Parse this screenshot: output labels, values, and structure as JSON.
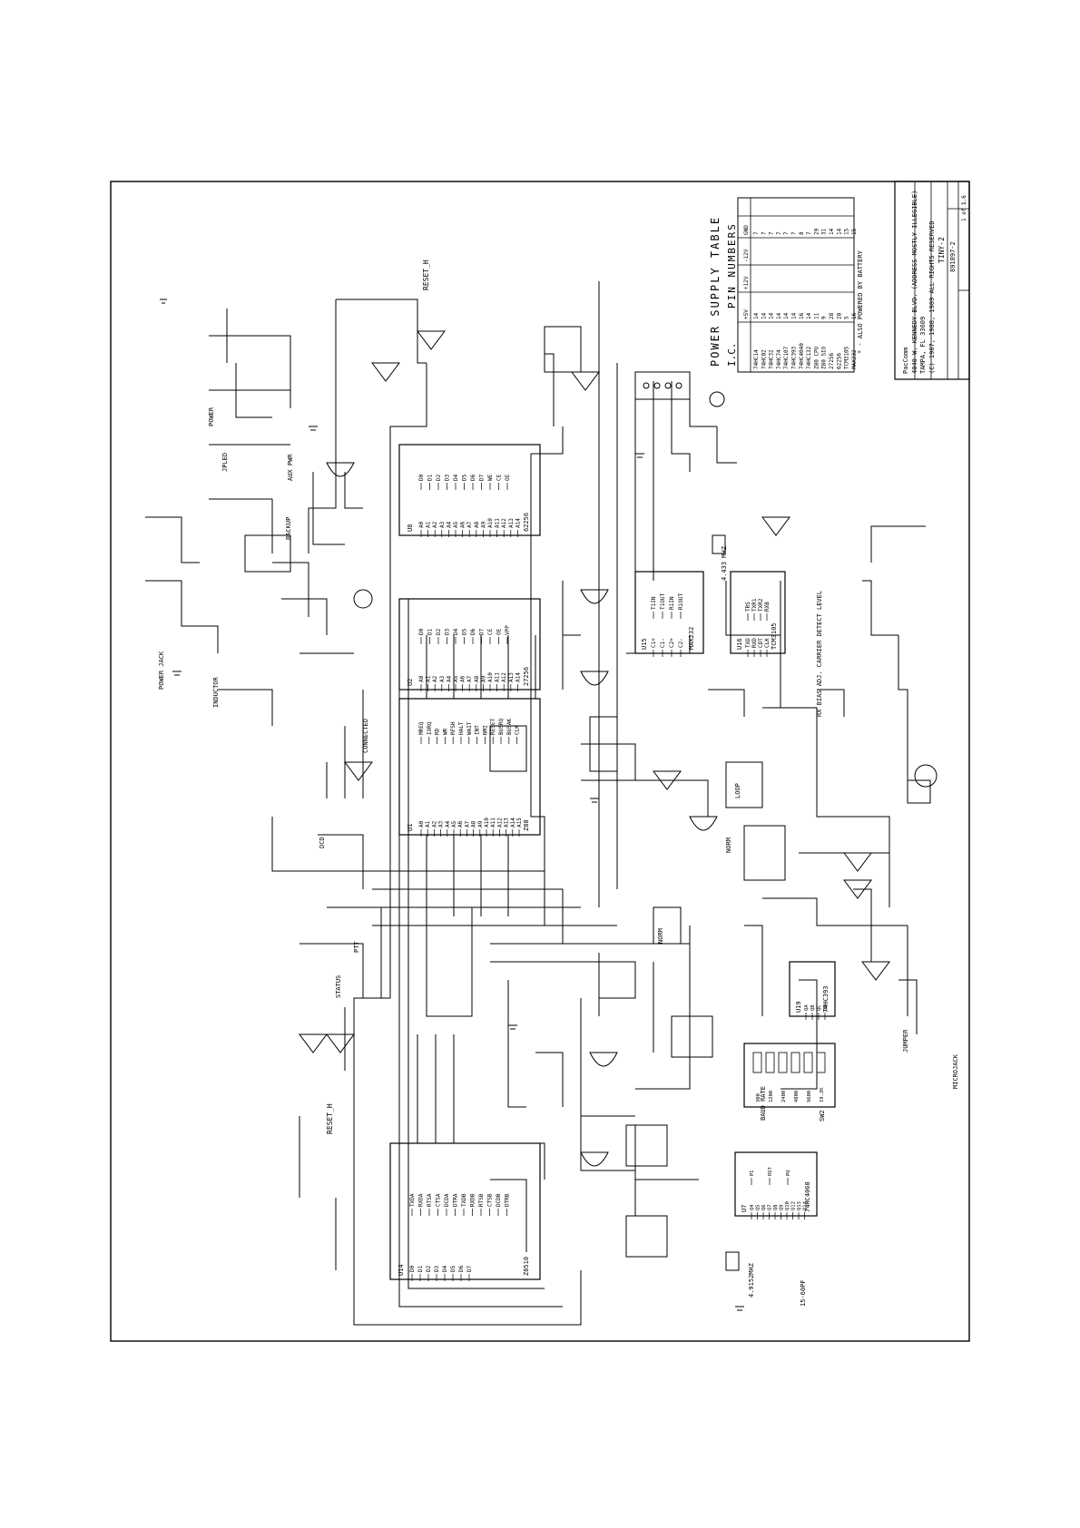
{
  "diagram": {
    "title_block": {
      "company": "PacComm",
      "address_1": "4040 W. KENNEDY BLVD. (ADDRESS MOSTLY ILLEGIBLE)",
      "address_2": "TAMPA, FL 33609",
      "copyright": "(C) 1987, 1988, 1989 ALL RIGHTS RESERVED",
      "title": "TINY-2",
      "doc_number": "891897-2",
      "rev": "1.6",
      "sheet": "1 of 1"
    },
    "power_table": {
      "title": "POWER SUPPLY TABLE",
      "header": [
        "I.C.",
        "PIN NUMBERS"
      ],
      "columns": [
        "+5V",
        "+12V",
        "-12V",
        "GND"
      ],
      "rows": [
        [
          "74HC14",
          "14",
          "",
          "",
          "7"
        ],
        [
          "74HC02",
          "14",
          "",
          "",
          "7"
        ],
        [
          "74HC32",
          "14",
          "",
          "",
          "7"
        ],
        [
          "74HC74",
          "14",
          "",
          "",
          "7"
        ],
        [
          "74HC107",
          "14",
          "",
          "",
          "7"
        ],
        [
          "74HC393",
          "14",
          "",
          "",
          "7"
        ],
        [
          "74HC4040",
          "16",
          "",
          "",
          "8"
        ],
        [
          "74HC132",
          "14",
          "",
          "",
          "7"
        ],
        [
          "Z80 CPU",
          "11",
          "",
          "",
          "29"
        ],
        [
          "Z80 SIO",
          "9",
          "",
          "",
          "31"
        ],
        [
          "27256",
          "28",
          "",
          "",
          "14"
        ],
        [
          "62256",
          "28",
          "",
          "",
          "14"
        ],
        [
          "TCM3105",
          "5",
          "",
          "",
          "15"
        ],
        [
          "MAX232",
          "16",
          "",
          "",
          "15"
        ]
      ],
      "note": "* - ALSO POWERED BY BATTERY"
    },
    "labels": {
      "reset": "RESET_H",
      "power_jack": "POWER JACK",
      "inductor": "INDUCTOR",
      "jpled": "JPLED",
      "power": "POWER",
      "aux_pwr": "AUX PWR",
      "backup": "BACKUP",
      "connected": "CONNECTED",
      "dcd": "DCD",
      "ptt": "PTT",
      "status": "STATUS",
      "loop": "LOOP",
      "norm": "NORM",
      "carrier": "RX BIAS ADJ.   CARRIER DETECT LEVEL",
      "jumper": "JUMPER",
      "microjack": "MICROJACK",
      "crystal_x1": "4.9152MHZ",
      "crystal_x2": "4.433 MHZ",
      "cap_c17": "15-60PF"
    },
    "chips": [
      {
        "id": "U1",
        "part": "Z80",
        "pins_left": [
          "A0",
          "A1",
          "A2",
          "A3",
          "A4",
          "A5",
          "A6",
          "A7",
          "A8",
          "A9",
          "A10",
          "A11",
          "A12",
          "A13",
          "A14",
          "A15"
        ],
        "pins_right": [
          "MREQ",
          "IORQ",
          "RD",
          "WR",
          "RFSH",
          "HALT",
          "WAIT",
          "INT",
          "NMI",
          "RESET",
          "BUSRQ",
          "BUSAK",
          "CLK"
        ]
      },
      {
        "id": "U2",
        "part": "27256",
        "pins_left": [
          "A0",
          "A1",
          "A2",
          "A3",
          "A4",
          "A5",
          "A6",
          "A7",
          "A8",
          "A9",
          "A10",
          "A11",
          "A12",
          "A13",
          "A14"
        ],
        "pins_right": [
          "D0",
          "D1",
          "D2",
          "D3",
          "D4",
          "D5",
          "D6",
          "D7",
          "CE",
          "OE",
          "VPP"
        ]
      },
      {
        "id": "U8",
        "part": "62256",
        "pins_left": [
          "A0",
          "A1",
          "A2",
          "A3",
          "A4",
          "A5",
          "A6",
          "A7",
          "A8",
          "A9",
          "A10",
          "A11",
          "A12",
          "A13",
          "A14"
        ],
        "pins_right": [
          "D0",
          "D1",
          "D2",
          "D3",
          "D4",
          "D5",
          "D6",
          "D7",
          "WE",
          "CE",
          "OE"
        ]
      },
      {
        "id": "U14",
        "part": "Z8510",
        "pins_left": [
          "D0",
          "D1",
          "D2",
          "D3",
          "D4",
          "D5",
          "D6",
          "D7"
        ],
        "pins_right": [
          "TXDA",
          "RXDA",
          "RTSA",
          "CTSA",
          "DCDA",
          "DTRA",
          "TXDB",
          "RXDB",
          "RTSB",
          "CTSB",
          "DCDB",
          "DTRB"
        ]
      },
      {
        "id": "U15",
        "part": "MAX232",
        "pins_left": [
          "C1+",
          "C1-",
          "C2+",
          "C2-"
        ],
        "pins_right": [
          "T1IN",
          "T1OUT",
          "R1IN",
          "R1OUT"
        ]
      },
      {
        "id": "U16",
        "part": "TCM3105",
        "pins_left": [
          "TXD",
          "RXD",
          "CDT",
          "CLK"
        ],
        "pins_right": [
          "TRS",
          "TXR1",
          "TXR2",
          "RXB"
        ]
      },
      {
        "id": "U7",
        "part": "74HC4060",
        "pins_left": [
          "Q4",
          "Q5",
          "Q6",
          "Q7",
          "Q8",
          "Q9",
          "Q10",
          "Q12",
          "Q13",
          "Q14"
        ],
        "pins_right": [
          "PI",
          "RST",
          "PO"
        ]
      },
      {
        "id": "U19",
        "part": "74HC393",
        "pins_left": [
          "QA",
          "QB",
          "QC",
          "QD"
        ],
        "pins_right": [
          "CLR",
          "CLK"
        ]
      }
    ],
    "dip_switch": {
      "name": "SW2",
      "rates": [
        "300",
        "1200",
        "2400",
        "4800",
        "9600",
        "19.2K"
      ],
      "rate_label": "BAUD RATE"
    }
  }
}
